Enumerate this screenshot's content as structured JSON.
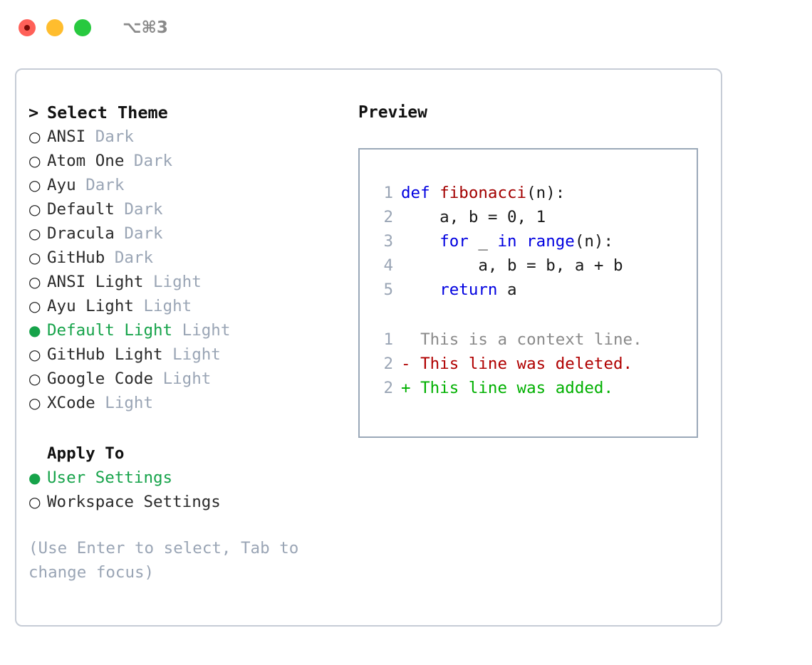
{
  "window": {
    "shortcut": "⌥⌘3",
    "traffic_lights": [
      "close-light",
      "minimize-light",
      "maximize-light"
    ],
    "colors": {
      "close": "#ff6058",
      "minimize": "#ffbd2e",
      "maximize": "#28c93f",
      "accent_green": "#16a34a",
      "muted": "#9aa5b5",
      "panel_border": "#c6ccd6",
      "code_border": "#9aa8b8",
      "keyword_blue": "#0000e0",
      "function_red": "#a30000",
      "diff_deleted": "#b00000",
      "diff_added": "#00b000"
    }
  },
  "theme_list": {
    "header_marker": ">",
    "header": "Select Theme",
    "marker_selected": "●",
    "marker_unselected": "○",
    "items": [
      {
        "name": "ANSI",
        "variant": "Dark",
        "selected": false
      },
      {
        "name": "Atom One",
        "variant": "Dark",
        "selected": false
      },
      {
        "name": "Ayu",
        "variant": "Dark",
        "selected": false
      },
      {
        "name": "Default",
        "variant": "Dark",
        "selected": false
      },
      {
        "name": "Dracula",
        "variant": "Dark",
        "selected": false
      },
      {
        "name": "GitHub",
        "variant": "Dark",
        "selected": false
      },
      {
        "name": "ANSI Light",
        "variant": "Light",
        "selected": false
      },
      {
        "name": "Ayu Light",
        "variant": "Light",
        "selected": false
      },
      {
        "name": "Default Light",
        "variant": "Light",
        "selected": true
      },
      {
        "name": "GitHub Light",
        "variant": "Light",
        "selected": false
      },
      {
        "name": "Google Code",
        "variant": "Light",
        "selected": false
      },
      {
        "name": "XCode",
        "variant": "Light",
        "selected": false
      }
    ]
  },
  "apply_to": {
    "header": "Apply To",
    "items": [
      {
        "name": "User Settings",
        "selected": true
      },
      {
        "name": "Workspace Settings",
        "selected": false
      }
    ]
  },
  "hint": "(Use Enter to select, Tab to change focus)",
  "preview": {
    "title": "Preview",
    "code_lines": [
      {
        "ln": "1",
        "tokens": [
          {
            "t": "def ",
            "c": "kw"
          },
          {
            "t": "fibonacci",
            "c": "fn"
          },
          {
            "t": "(n):",
            "c": "plain"
          }
        ]
      },
      {
        "ln": "2",
        "tokens": [
          {
            "t": "    a, b = 0, 1",
            "c": "plain"
          }
        ]
      },
      {
        "ln": "3",
        "tokens": [
          {
            "t": "    ",
            "c": "plain"
          },
          {
            "t": "for",
            "c": "kw"
          },
          {
            "t": " _ ",
            "c": "plain"
          },
          {
            "t": "in",
            "c": "kw"
          },
          {
            "t": " ",
            "c": "plain"
          },
          {
            "t": "range",
            "c": "kw"
          },
          {
            "t": "(n):",
            "c": "plain"
          }
        ]
      },
      {
        "ln": "4",
        "tokens": [
          {
            "t": "        a, b = b, a + b",
            "c": "plain"
          }
        ]
      },
      {
        "ln": "5",
        "tokens": [
          {
            "t": "    ",
            "c": "plain"
          },
          {
            "t": "return",
            "c": "kw"
          },
          {
            "t": " a",
            "c": "plain"
          }
        ]
      }
    ],
    "diff_lines": [
      {
        "ln": "1",
        "tokens": [
          {
            "t": "  This is a context line.",
            "c": "ctx"
          }
        ]
      },
      {
        "ln": "2",
        "tokens": [
          {
            "t": "- This line was deleted.",
            "c": "del"
          }
        ]
      },
      {
        "ln": "2",
        "tokens": [
          {
            "t": "+ This line was added.",
            "c": "add"
          }
        ]
      }
    ]
  }
}
